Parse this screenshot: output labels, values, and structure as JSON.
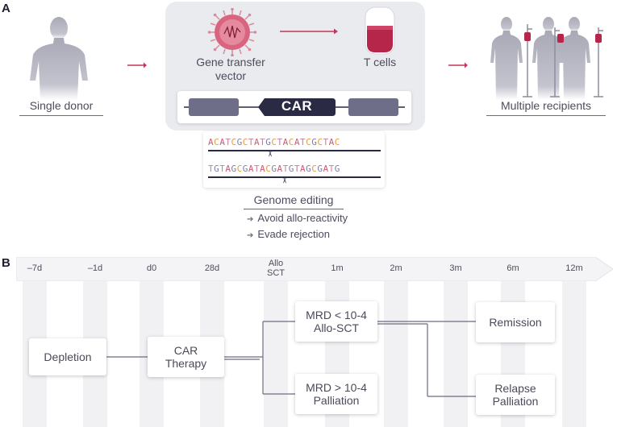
{
  "panel_a": {
    "letter": "A",
    "donor_label": "Single donor",
    "vector_label_line1": "Gene transfer",
    "vector_label_line2": "vector",
    "tcells_label": "T cells",
    "construct_label": "CAR",
    "recipients_label": "Multiple recipients",
    "dna_top": [
      "A",
      "C",
      "A",
      "T",
      "C",
      "G",
      "C",
      "T",
      "A",
      "T",
      "G",
      "C",
      "T",
      "A",
      "C",
      "A",
      "T",
      "C",
      "G",
      "C",
      "T",
      "A",
      "C"
    ],
    "dna_bottom": [
      "T",
      "G",
      "T",
      "A",
      "G",
      "C",
      "G",
      "A",
      "T",
      "A",
      "C",
      "G",
      "A",
      "T",
      "G",
      "T",
      "A",
      "G",
      "C",
      "G",
      "A",
      "T",
      "G"
    ],
    "editing_title": "Genome editing",
    "editing_points": [
      "Avoid allo-reactivity",
      "Evade rejection"
    ]
  },
  "panel_b": {
    "letter": "B",
    "timeline_ticks": [
      "–7d",
      "–1d",
      "d0",
      "28d",
      "Allo\nSCT",
      "1m",
      "2m",
      "3m",
      "6m",
      "12m"
    ],
    "boxes": {
      "depletion": "Depletion",
      "car_therapy_1": "CAR",
      "car_therapy_2": "Therapy",
      "mrd_low_1": "MRD < 10-4",
      "mrd_low_2": "Allo-SCT",
      "mrd_high_1": "MRD > 10-4",
      "mrd_high_2": "Palliation",
      "remission": "Remission",
      "relapse_1": "Relapse",
      "relapse_2": "Palliation"
    }
  },
  "colors": {
    "accent": "#c0395a",
    "body_gray": "#a9a9b6",
    "dark_navy": "#2a2a45",
    "construct_gray": "#6e6e88",
    "timeline_bg": "#f1f1f4"
  }
}
